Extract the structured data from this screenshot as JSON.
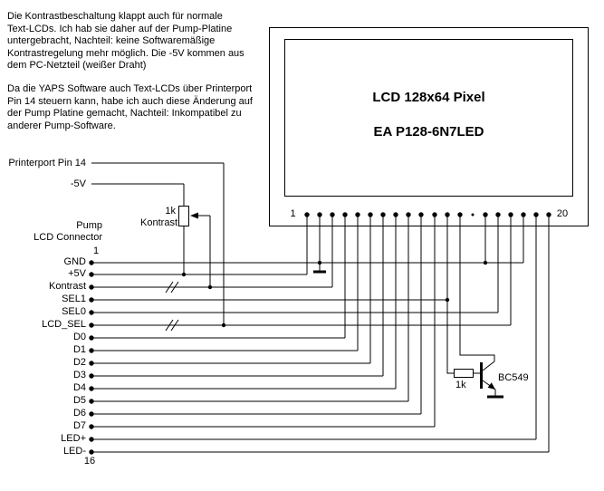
{
  "notes": {
    "p1": [
      "Die Kontrastbeschaltung klappt auch für normale",
      "Text-LCDs. Ich hab sie daher auf der Pump-Platine",
      "untergebracht, Nachteil: keine Softwaremäßige",
      "Kontrastregelung mehr möglich. Die -5V kommen aus",
      "dem PC-Netzteil (weißer Draht)"
    ],
    "p2": [
      "Da die YAPS Software auch Text-LCDs über Printerport",
      "Pin 14 steuern kann, habe ich auch diese Änderung auf",
      "der Pump Platine gemacht, Nachteil: Inkompatibel zu",
      "anderer Pump-Software."
    ]
  },
  "inputs": {
    "printerport": "Printerport Pin 14",
    "neg_supply": "-5V"
  },
  "lcd_module": {
    "line1": "LCD 128x64 Pixel",
    "line2": "EA P128-6N7LED",
    "first_pin": "1",
    "last_pin": "20"
  },
  "connector": {
    "title_line1": "Pump",
    "title_line2": "LCD Connector",
    "first_pin": "1",
    "last_pin": "16",
    "signals": [
      "GND",
      "+5V",
      "Kontrast",
      "SEL1",
      "SEL0",
      "LCD_SEL",
      "D0",
      "D1",
      "D2",
      "D3",
      "D4",
      "D5",
      "D6",
      "D7",
      "LED+",
      "LED-"
    ]
  },
  "components": {
    "contrast_pot": {
      "value": "1k",
      "label": "Kontrast"
    },
    "base_resistor": {
      "value": "1k"
    },
    "transistor": {
      "part": "BC549"
    }
  },
  "connections": [
    {
      "from": "+5V",
      "to": "LCD pin 1 and contrast pot lower end"
    },
    {
      "from": "GND",
      "to": "LCD pins 2, 15, 18 and ground symbol"
    },
    {
      "from": "Kontrast",
      "to": "trace cut (//); pot wiper drives LCD pin 3"
    },
    {
      "from": "SEL1",
      "to": "LCD pin 12 and 1k resistor to BC549 base"
    },
    {
      "from": "SEL0",
      "to": "LCD pin 16"
    },
    {
      "from": "LCD_SEL",
      "to": "trace cut (//); Printerport Pin 14 drives LCD pin 17"
    },
    {
      "from": "D0-D7",
      "to": "LCD pins 4-11"
    },
    {
      "from": "LED+",
      "to": "LCD pin 19"
    },
    {
      "from": "LED-",
      "to": "LCD pin 20"
    },
    {
      "from": "-5V",
      "to": "contrast pot upper end"
    },
    {
      "from": "BC549 collector",
      "to": "LCD pin 13"
    },
    {
      "from": "BC549 emitter",
      "to": "ground"
    },
    {
      "from": "LCD pin 14",
      "to": "not connected"
    }
  ],
  "colors": {
    "ink": "#000000",
    "background": "#ffffff"
  }
}
